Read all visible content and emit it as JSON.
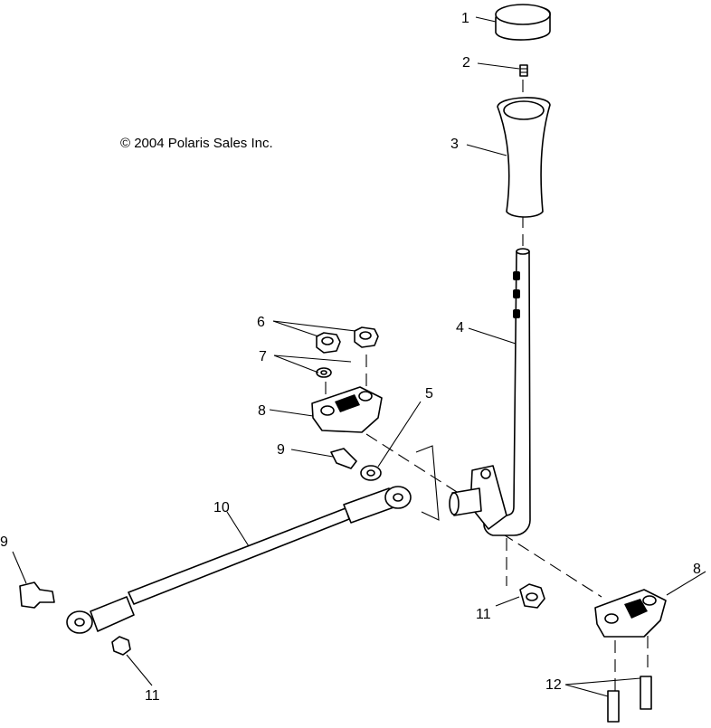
{
  "copyright": "© 2004 Polaris Sales Inc.",
  "callouts": [
    {
      "id": "c1",
      "label": "1"
    },
    {
      "id": "c2",
      "label": "2"
    },
    {
      "id": "c3",
      "label": "3"
    },
    {
      "id": "c4",
      "label": "4"
    },
    {
      "id": "c5",
      "label": "5"
    },
    {
      "id": "c6",
      "label": "6"
    },
    {
      "id": "c7",
      "label": "7"
    },
    {
      "id": "c8a",
      "label": "8"
    },
    {
      "id": "c8b",
      "label": "8"
    },
    {
      "id": "c9a",
      "label": "9"
    },
    {
      "id": "c9b",
      "label": "9"
    },
    {
      "id": "c10",
      "label": "10"
    },
    {
      "id": "c11a",
      "label": "11"
    },
    {
      "id": "c11b",
      "label": "11"
    },
    {
      "id": "c12",
      "label": "12"
    }
  ]
}
